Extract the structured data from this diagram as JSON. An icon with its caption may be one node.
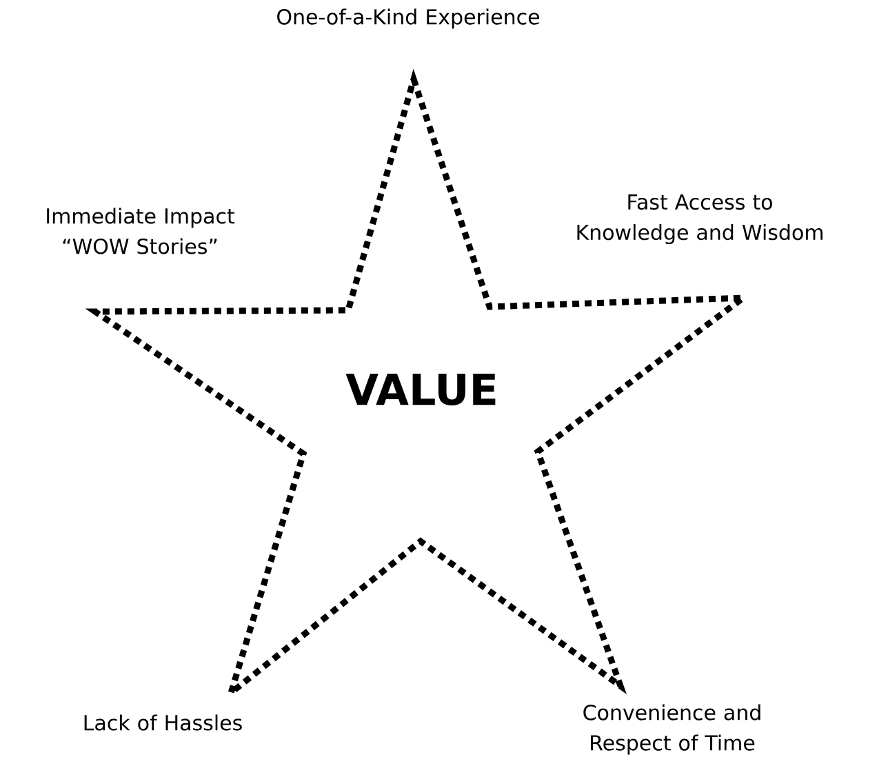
{
  "diagram": {
    "nodes": [
      {
        "text": [
          "VALUE"
        ]
      }
    ],
    "labels": [
      "One-of-a-Kind Experience",
      "Immediate Impact “WOW Stories”",
      "Fast Access to Knowledge and Wisdom",
      "Lack of Hassles",
      "Convenience and Respect of Time"
    ]
  }
}
